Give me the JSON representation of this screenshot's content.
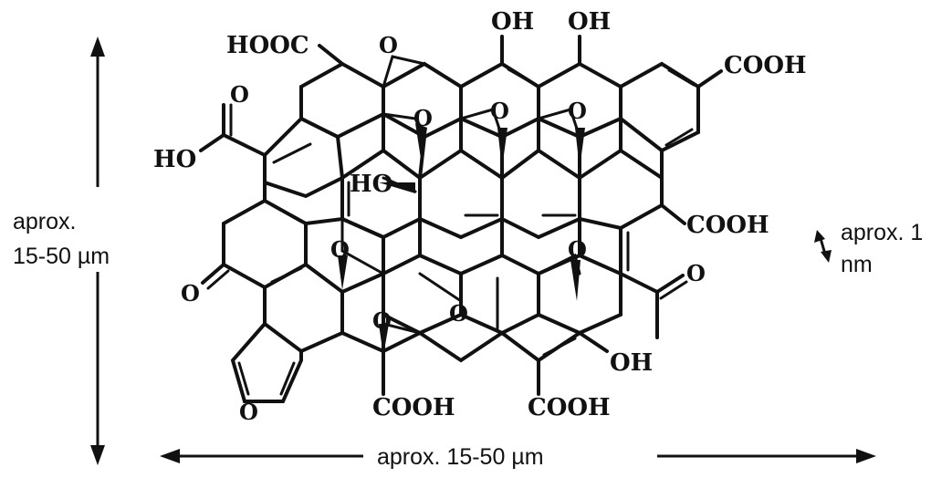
{
  "labels": {
    "hooc": "HOOC",
    "cooh": "COOH",
    "oh": "OH",
    "ho": "HO",
    "o": "O"
  },
  "dimensions": {
    "vertical_top": "aprox.",
    "vertical_bottom": "15-50  µm",
    "horizontal": "aprox. 15-50 µm",
    "thickness_top": "aprox. 1",
    "thickness_bottom": "nm"
  }
}
